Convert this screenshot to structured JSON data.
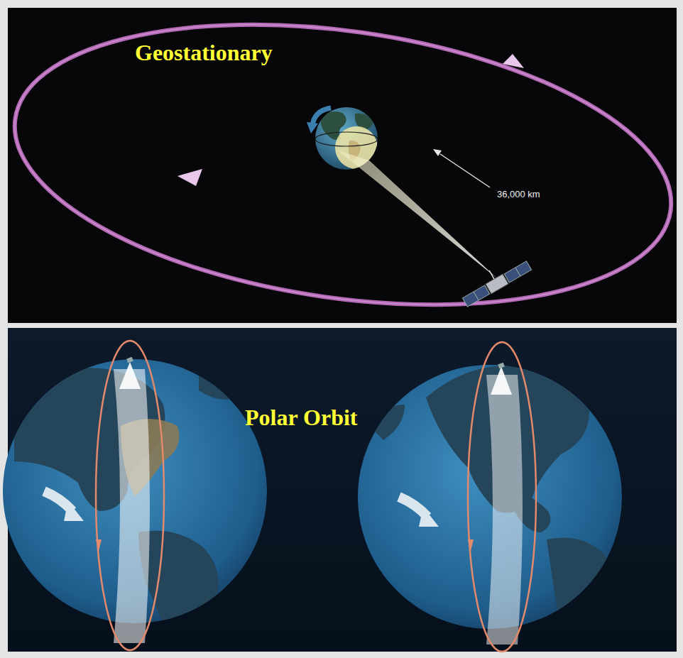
{
  "diagram": {
    "labels": [
      "Geostationary",
      "36,000 km",
      "Polar Orbit"
    ]
  }
}
